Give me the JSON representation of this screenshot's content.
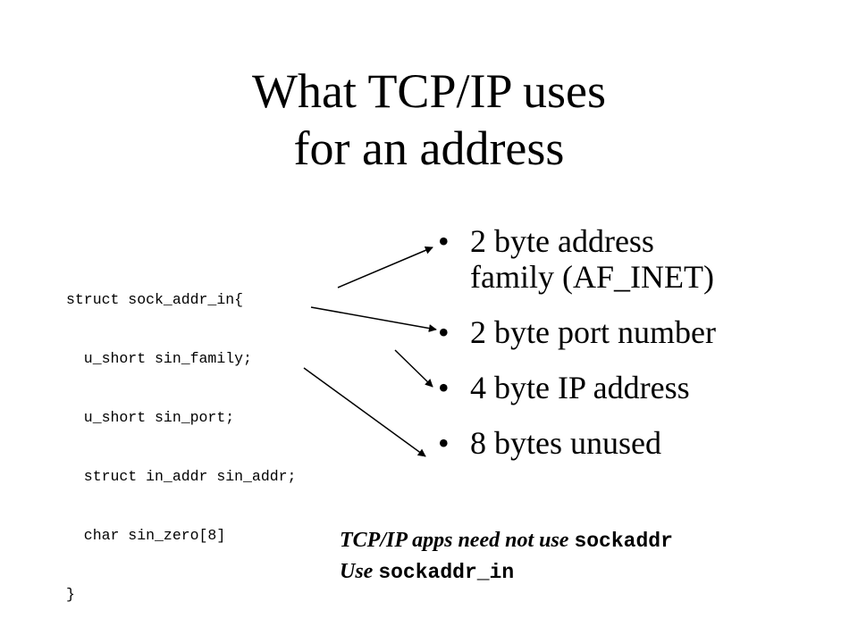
{
  "title": {
    "line1": "What TCP/IP uses",
    "line2": "for an address"
  },
  "code": {
    "lines": [
      "struct sock_addr_in{",
      "  u_short sin_family;",
      "  u_short sin_port;",
      "  struct in_addr sin_addr;",
      "  char sin_zero[8]",
      "}"
    ]
  },
  "bullets": {
    "marker": "•",
    "items": [
      {
        "line1": "2 byte address",
        "line2": "family (AF_INET)"
      },
      {
        "line1": "2 byte port number"
      },
      {
        "line1": "4 byte IP address"
      },
      {
        "line1": "8 bytes unused"
      }
    ]
  },
  "note": {
    "line1_text": "TCP/IP apps need not use ",
    "line1_code": "sockaddr",
    "line2_text": "Use ",
    "line2_code": "sockaddr_in"
  },
  "colors": {
    "text": "#000000",
    "background": "#ffffff",
    "arrow": "#000000"
  }
}
